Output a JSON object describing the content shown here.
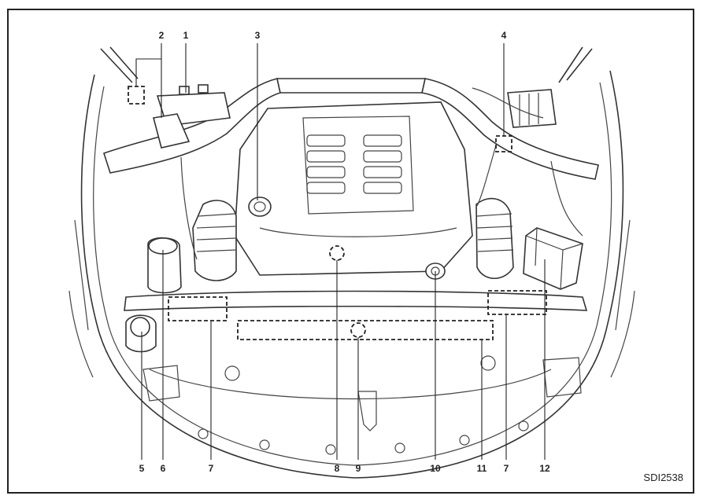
{
  "diagram": {
    "callouts": [
      "1",
      "2",
      "3",
      "4",
      "5",
      "6",
      "7",
      "8",
      "9",
      "10",
      "11",
      "7",
      "12"
    ],
    "figure_code": "SDI2538"
  }
}
